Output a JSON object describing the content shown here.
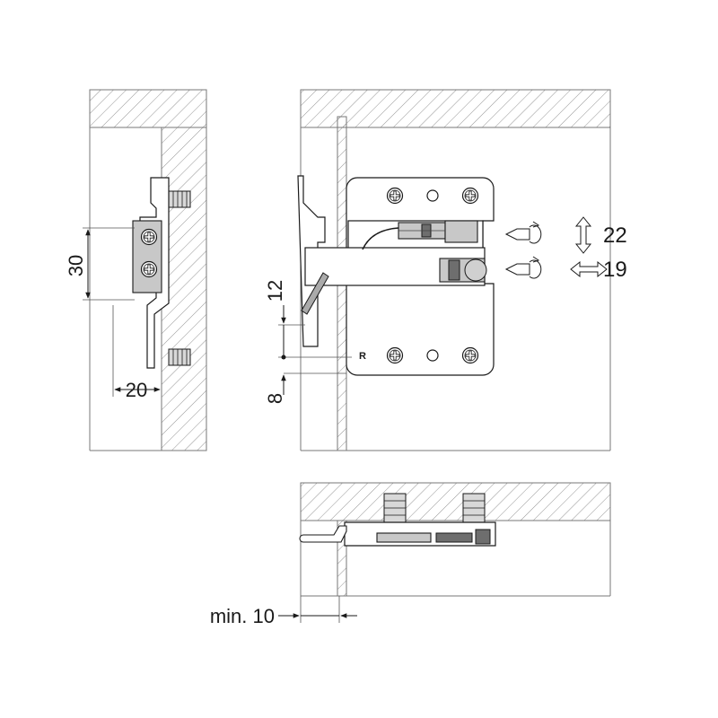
{
  "dimensions": {
    "height_30": "30",
    "depth_20": "20",
    "offset_12": "12",
    "offset_8": "8",
    "vertical_adjust_22": "22",
    "lateral_adjust_19": "19",
    "min_clearance": "min. 10"
  },
  "labels": {
    "side_marker": "R"
  },
  "icons": {
    "screwdriver": "screwdriver-icon",
    "vertical_arrow": "double-arrow-vertical-icon",
    "horizontal_arrow": "double-arrow-horizontal-icon",
    "screw": "phillips-screw-icon"
  },
  "colors": {
    "line": "#1a1a1a",
    "hatch": "#777777",
    "fitting_grey": "#c8c8c8",
    "fitting_dark": "#6e6e6e"
  }
}
